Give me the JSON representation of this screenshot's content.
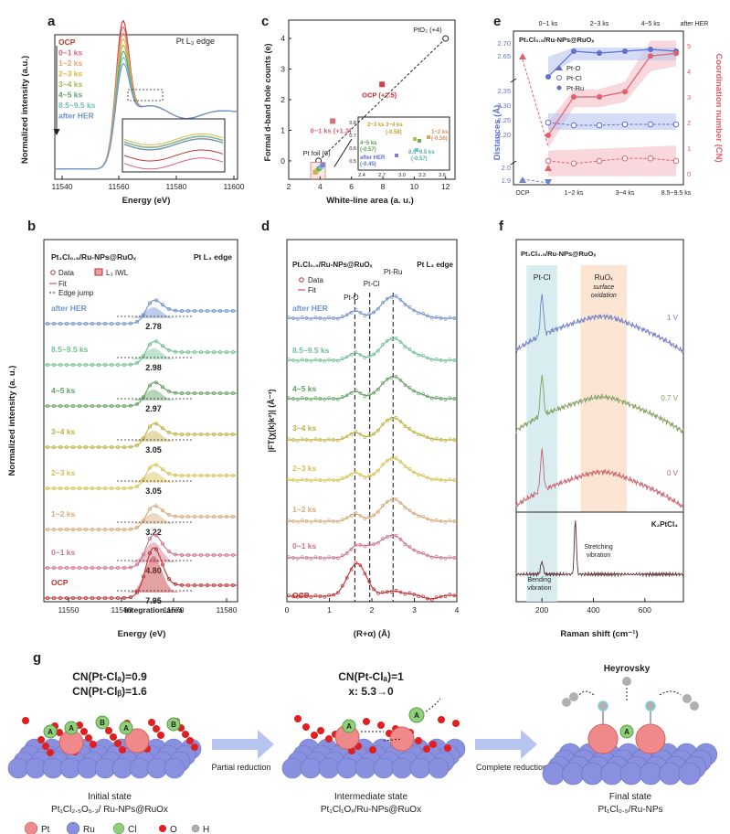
{
  "panels": {
    "a": {
      "letter": "a",
      "edge_label": "Pt L₃ edge",
      "legend": [
        "OCP",
        "0~1 ks",
        "1~2 ks",
        "2~3 ks",
        "3~4 ks",
        "4~5 ks",
        "8.5~9.5 ks",
        "after HER"
      ],
      "colors": [
        "#c0392b",
        "#e0607a",
        "#e8a070",
        "#d8b840",
        "#a8b850",
        "#60a070",
        "#70c0b8",
        "#7090d0"
      ],
      "ylabel": "Normalized intensity (a.u.)",
      "xlabel": "Energy (eV)",
      "xticks": [
        "11540",
        "11560",
        "11580",
        "11600"
      ]
    },
    "b": {
      "letter": "b",
      "title": "Pt₁Cl₀.₅/Ru-NPs@RuOₓ",
      "edge_label": "Pt L₃ edge",
      "legend": [
        "Data",
        "L₃ IWL",
        "Fit",
        "Edge jump"
      ],
      "ylabel": "Normalized intensity (a. u.)",
      "xlabel": "Energy (eV)",
      "xticks": [
        "11550",
        "11560",
        "11570",
        "11580"
      ],
      "footer": "Integration area",
      "rows": [
        {
          "label": "after HER",
          "value": "2.78",
          "color": "#7090d0"
        },
        {
          "label": "8.5~9.5 ks",
          "value": "2.98",
          "color": "#70c090"
        },
        {
          "label": "4~5 ks",
          "value": "2.97",
          "color": "#60a060"
        },
        {
          "label": "3~4 ks",
          "value": "3.05",
          "color": "#c0b040"
        },
        {
          "label": "2~3 ks",
          "value": "3.05",
          "color": "#d8c050"
        },
        {
          "label": "1~2 ks",
          "value": "3.22",
          "color": "#d8a878"
        },
        {
          "label": "0~1 ks",
          "value": "4.80",
          "color": "#d07088"
        },
        {
          "label": "OCP",
          "value": "7.95",
          "color": "#c03030"
        }
      ]
    },
    "c": {
      "letter": "c",
      "ylabel": "Formal d-band hole counts (e)",
      "xlabel": "White-line area (a. u.)",
      "xticks": [
        "2",
        "4",
        "6",
        "8",
        "10",
        "12"
      ],
      "yticks": [
        "0",
        "1",
        "2",
        "3",
        "4"
      ],
      "points": [
        {
          "label": "PtO₂ (+4)",
          "x": 12,
          "y": 4
        },
        {
          "label": "OCP (+2.5)",
          "x": 7.95,
          "y": 2.5
        },
        {
          "label": "0~1 ks (+1.3)",
          "x": 4.8,
          "y": 1.3
        },
        {
          "label": "Pt foil (0)",
          "x": 3.9,
          "y": 0
        }
      ],
      "inset_labels": [
        "2~3 ks 3~4 ks",
        "(-0.58)",
        "1~2 ks",
        "(-0.56)",
        "4~5 ks",
        "(-0.57)",
        "8.5~9.5 ks",
        "(-0.57)",
        "after HER",
        "(-0.45)"
      ],
      "inset_xticks": [
        "2.4",
        "2.7",
        "3.0",
        "3.3",
        "3.6"
      ],
      "inset_yticks": [
        "0.8",
        "0.7",
        "0.6",
        "0.5"
      ]
    },
    "d": {
      "letter": "d",
      "title": "Pt₁Cl₀.₅/Ru-NPs@RuOₓ",
      "edge_label": "Pt L₃ edge",
      "legend": [
        "Data",
        "Fit"
      ],
      "peaks": [
        "Pt-O",
        "Pt-Cl",
        "Pt-Ru"
      ],
      "ylabel": "|FT(χ(k)k²)| (Å⁻³)",
      "xlabel": "(R+α) (Å)",
      "xticks": [
        "0",
        "1",
        "2",
        "3",
        "4"
      ],
      "rows": [
        "after HER",
        "8.5~9.5 ks",
        "4~5 ks",
        "3~4 ks",
        "2~3 ks",
        "1~2 ks",
        "0~1 ks",
        "OCP"
      ]
    },
    "e": {
      "letter": "e",
      "title": "Pt₁Cl₀.₅/Ru-NPs@RuOₓ",
      "top_ticks": [
        "0~1 ks",
        "2~3 ks",
        "4~5 ks",
        "after HER"
      ],
      "bottom_ticks": [
        "OCP",
        "1~2 ks",
        "3~4 ks",
        "8.5~9.5 ks"
      ],
      "ylabel_left": "Distances (Å)",
      "ylabel_right": "Coordination number (CN)",
      "left_ticks": [
        "2.70",
        "2.65",
        "2.35",
        "2.30",
        "2.25",
        "2.20",
        "2.0",
        "1.9"
      ],
      "right_ticks": [
        "5",
        "4",
        "3",
        "2",
        "1",
        "0"
      ],
      "legend": [
        "Pt-O",
        "Pt-Cl",
        "Pt-Ru"
      ]
    },
    "f": {
      "letter": "f",
      "title": "Pt₁Cl₀.₅/Ru-NPs@RuOₓ",
      "band_left": "Pt-Cl",
      "band_right": "RuOₓ",
      "band_right_sub1": "surface",
      "band_right_sub2": "oxidation",
      "potentials": [
        "1 V",
        "0.7 V",
        "0 V"
      ],
      "ref_label": "K₂PtCl₄",
      "ref_peak1": "Bending",
      "ref_peak1b": "vibration",
      "ref_peak2": "Stretching",
      "ref_peak2b": "vibration",
      "xlabel": "Raman shift (cm⁻¹)",
      "xticks": [
        "200",
        "400",
        "600"
      ]
    },
    "g": {
      "letter": "g",
      "state1_cn1": "CN(Pt-Clₐ)=0.9",
      "state1_cn2": "CN(Pt-Clᵦ)=1.6",
      "state1_name": "Initial state",
      "state1_formula": "Pt₁Cl₂.₅O₅.₃/ Ru-NPs@RuOx",
      "state2_cn1": "CN(Pt-Clₐ)=1",
      "state2_cn2": "x: 5.3→0",
      "state2_name": "Intermediate state",
      "state2_formula": "Pt₁Cl₁Oₓ/Ru-NPs@RuOx",
      "state3_top": "Heyrovsky",
      "state3_name": "Final state",
      "state3_formula": "Pt₁Cl₀.₅/Ru-NPs",
      "arrow1": "Partial reduction",
      "arrow2": "Complete reduction",
      "legend": [
        {
          "label": "Pt",
          "color": "#f08a8a"
        },
        {
          "label": "Ru",
          "color": "#8a90e0"
        },
        {
          "label": "Cl",
          "color": "#8fd07a"
        },
        {
          "label": "O",
          "color": "#e02020"
        },
        {
          "label": "H",
          "color": "#b0b0b0"
        }
      ],
      "atom_labels": [
        "A",
        "B",
        "A",
        "B",
        "A"
      ]
    }
  }
}
